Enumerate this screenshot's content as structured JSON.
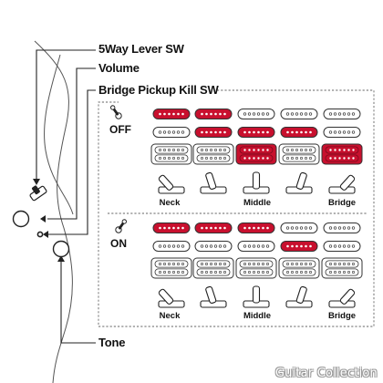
{
  "callouts": {
    "lever": "5Way Lever SW",
    "volume": "Volume",
    "kill": "Bridge Pickup Kill SW",
    "tone": "Tone"
  },
  "panels": [
    {
      "state": "OFF",
      "positions": [
        "Neck",
        "",
        "Middle",
        "",
        "Bridge"
      ],
      "active": [
        {
          "neck": true,
          "middle": false,
          "bridge": false
        },
        {
          "neck": true,
          "middle": true,
          "bridge": false
        },
        {
          "neck": false,
          "middle": true,
          "bridge": true
        },
        {
          "neck": false,
          "middle": true,
          "bridge": false
        },
        {
          "neck": false,
          "middle": false,
          "bridge": true
        }
      ]
    },
    {
      "state": "ON",
      "positions": [
        "Neck",
        "",
        "Middle",
        "",
        "Bridge"
      ],
      "active": [
        {
          "neck": true,
          "middle": false,
          "bridge": false
        },
        {
          "neck": true,
          "middle": false,
          "bridge": false
        },
        {
          "neck": true,
          "middle": false,
          "bridge": false
        },
        {
          "neck": false,
          "middle": true,
          "bridge": false
        },
        {
          "neck": false,
          "middle": false,
          "bridge": false
        }
      ]
    }
  ],
  "colors": {
    "active": "#c8102e",
    "inactive": "#ffffff",
    "outline": "#333333",
    "dashed_border": "#666666"
  },
  "icons": [
    "lever-switch-icon",
    "toggle-switch-icon",
    "volume-knob-icon",
    "tone-knob-icon",
    "single-coil-pickup-icon",
    "humbucker-pickup-icon"
  ],
  "watermark": "Guitar Collection"
}
